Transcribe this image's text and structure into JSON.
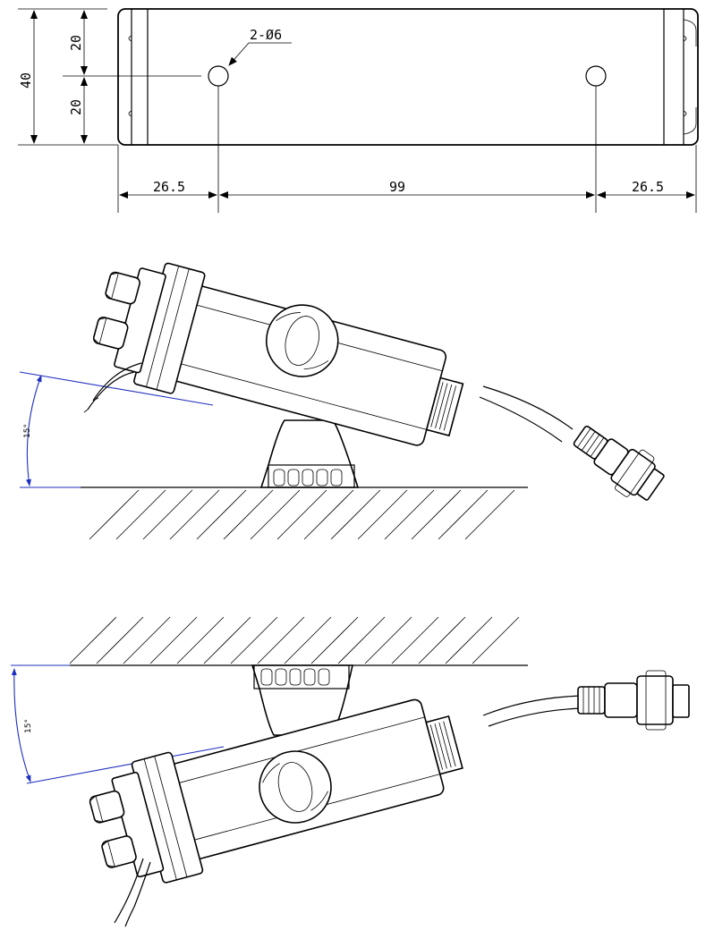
{
  "drawing": {
    "colors": {
      "line": "#000000",
      "angle_dim": "#1f2fbf",
      "background": "#ffffff"
    }
  },
  "top_view": {
    "dims": {
      "height_total": "40",
      "half_upper": "20",
      "half_lower": "20",
      "edge_left": "26.5",
      "hole_spacing": "99",
      "edge_right": "26.5",
      "hole_callout": "2-Ø6"
    }
  },
  "side_view_floor": {
    "tilt_angle": "15°"
  },
  "side_view_ceiling": {
    "tilt_angle": "15°"
  }
}
